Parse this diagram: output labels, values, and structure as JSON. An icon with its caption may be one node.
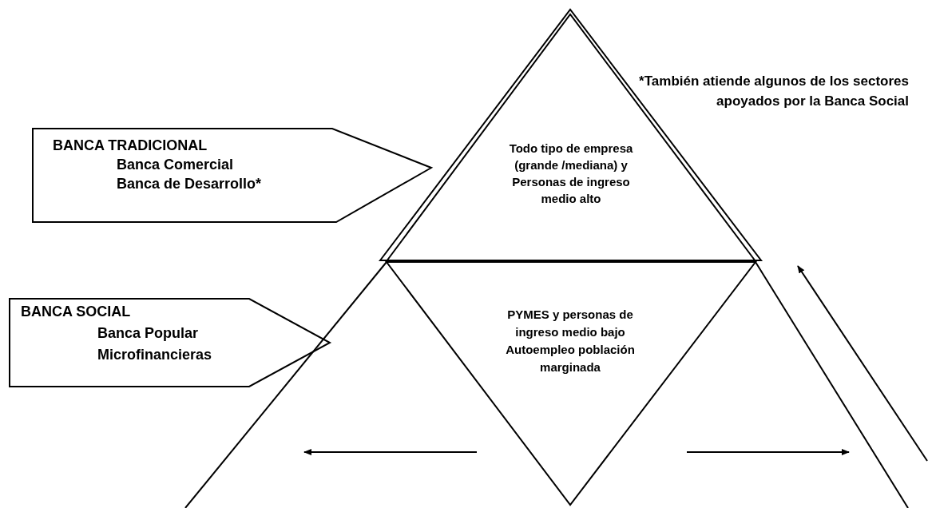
{
  "diagram": {
    "nodes": [
      {
        "text": [
          "Todo tipo de empresa (grande /mediana) y Personas de ingreso medio alto"
        ]
      },
      {
        "text": [
          "PYMES y personas de ingreso medio bajo Autoempleo población marginada"
        ]
      },
      {
        "text": [
          "BANCA TRADICIONAL",
          "Banca Comercial",
          "Banca de Desarrollo*"
        ]
      },
      {
        "text": [
          "BANCA SOCIAL",
          "Banca Popular",
          "Microfinancieras"
        ]
      }
    ],
    "labels": [
      "*También atiende algunos de los sectores apoyados por la Banca Social"
    ]
  }
}
